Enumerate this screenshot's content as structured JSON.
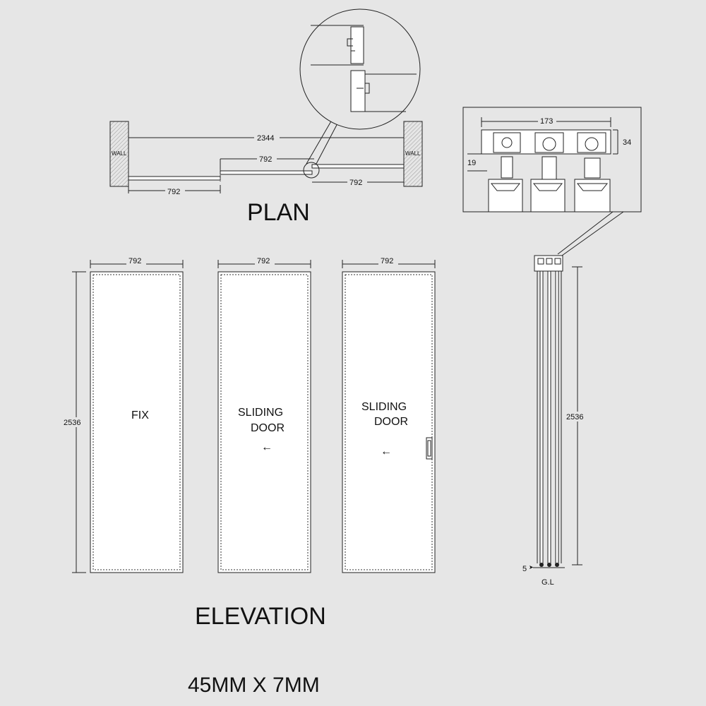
{
  "plan": {
    "title": "PLAN",
    "wall_left": "WALL",
    "wall_right": "WALL",
    "dim_total": "2344",
    "dim_middle": "792",
    "dim_left": "792",
    "dim_right": "792"
  },
  "elevation": {
    "title": "ELEVATION",
    "panels": [
      {
        "width": "792",
        "label_line1": "FIX",
        "label_line2": "",
        "arrow": "",
        "handle": false
      },
      {
        "width": "792",
        "label_line1": "SLIDING",
        "label_line2": "DOOR",
        "arrow": "←",
        "handle": false
      },
      {
        "width": "792",
        "label_line1": "SLIDING",
        "label_line2": "DOOR",
        "arrow": "←",
        "handle": true
      }
    ],
    "height": "2536"
  },
  "section": {
    "height": "2536",
    "bottom_gap": "5",
    "ground_label": "G.L",
    "detail_width": "173",
    "detail_height": "34",
    "detail_depth": "19"
  },
  "footer": {
    "profile": "45MM X 7MM"
  }
}
